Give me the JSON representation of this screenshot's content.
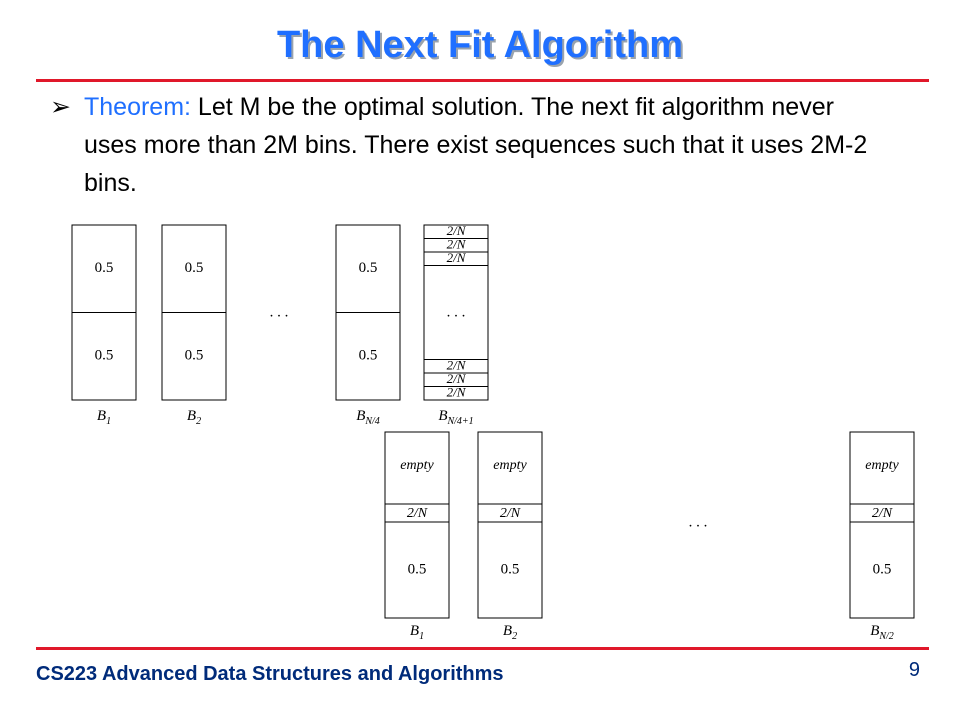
{
  "slide": {
    "title": "The Next Fit Algorithm",
    "bullet_marker": "➢",
    "bullet_lead": "Theorem:",
    "bullet_rest": " Let M be the optimal solution. The next fit algorithm never uses more than 2M bins. There exist sequences such that it uses 2M-2 bins.",
    "footer": "CS223 Advanced Data Structures and Algorithms",
    "page_number": "9"
  },
  "figure": {
    "top": {
      "bins": [
        {
          "name": "bin-b1",
          "label": "B",
          "sub": "1",
          "cells": [
            "0.5",
            "0.5"
          ]
        },
        {
          "name": "bin-b2",
          "label": "B",
          "sub": "2",
          "cells": [
            "0.5",
            "0.5"
          ]
        },
        {
          "name": "bin-bn4",
          "label": "B",
          "sub": "N/4",
          "cells": [
            "0.5",
            "0.5"
          ]
        }
      ],
      "gap_ellipsis": ". . .",
      "stack_bin": {
        "label": "B",
        "sub": "N/4+1",
        "top_cells": [
          "2/N",
          "2/N",
          "2/N"
        ],
        "middle": ". . .",
        "bottom_cells": [
          "2/N",
          "2/N",
          "2/N"
        ]
      }
    },
    "bottom": {
      "bins": [
        {
          "name": "bin-b1",
          "label": "B",
          "sub": "1",
          "cells": [
            "empty",
            "2/N",
            "0.5"
          ]
        },
        {
          "name": "bin-b2",
          "label": "B",
          "sub": "2",
          "cells": [
            "empty",
            "2/N",
            "0.5"
          ]
        },
        {
          "name": "bin-bn2",
          "label": "B",
          "sub": "N/2",
          "cells": [
            "empty",
            "2/N",
            "0.5"
          ]
        }
      ],
      "gap_ellipsis": ". . ."
    }
  }
}
